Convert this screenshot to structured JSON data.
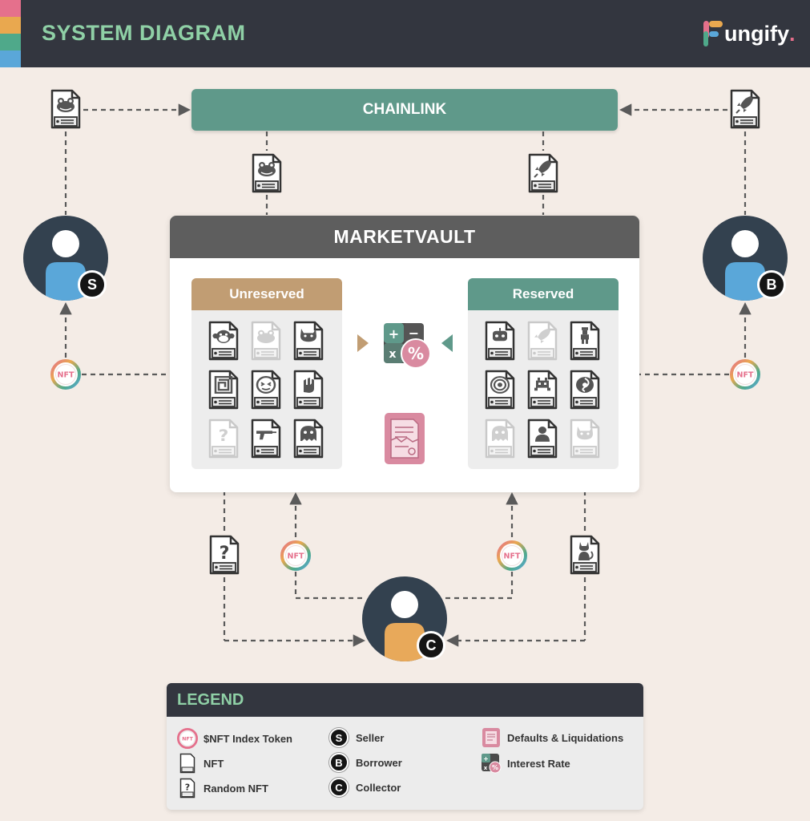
{
  "header": {
    "title": "SYSTEM DIAGRAM",
    "brand": "ungify",
    "brand_dot": ".",
    "stripe_colors": [
      "#e5708c",
      "#e9a84f",
      "#4fa98a",
      "#5aa7d9"
    ]
  },
  "nodes": {
    "chainlink": "CHAINLINK",
    "marketvault": "MARKETVAULT",
    "unreserved": "Unreserved",
    "reserved": "Reserved",
    "seller_badge": "S",
    "borrower_badge": "B",
    "collector_badge": "C",
    "token_label": "NFT",
    "random_symbol": "?"
  },
  "colors": {
    "chainlink": "#5f998a",
    "marketvault_head": "#5e5e5e",
    "unreserved": "#c19d73",
    "reserved": "#5f998a",
    "defaults": "#d98aa0",
    "header_bg": "#33363f",
    "title_green": "#8fd0a6",
    "seller_body": "#5aa7d9",
    "collector_body": "#e8a95a"
  },
  "icons": {
    "unreserved_grid": [
      "monkey-nft-icon",
      "frog-nft-icon-faded",
      "cat-nft-icon",
      "maze-nft-icon",
      "face-nft-icon",
      "rock-hand-nft-icon",
      "random-nft-icon-faded",
      "gun-nft-icon",
      "ghost-nft-icon"
    ],
    "reserved_grid": [
      "robot-nft-icon",
      "rocket-nft-icon-faded",
      "pixel-man-nft-icon",
      "target-nft-icon",
      "invader-nft-icon",
      "swirl-nft-icon",
      "ghost-nft-icon-faded",
      "person-nft-icon",
      "cat-nft-icon-faded"
    ]
  },
  "legend": {
    "title": "LEGEND",
    "items": {
      "token": "$NFT Index Token",
      "nft": "NFT",
      "random_nft": "Random NFT",
      "seller": "Seller",
      "borrower": "Borrower",
      "collector": "Collector",
      "defaults": "Defaults & Liquidations",
      "interest": "Interest Rate"
    },
    "badges": {
      "seller": "S",
      "borrower": "B",
      "collector": "C"
    }
  }
}
